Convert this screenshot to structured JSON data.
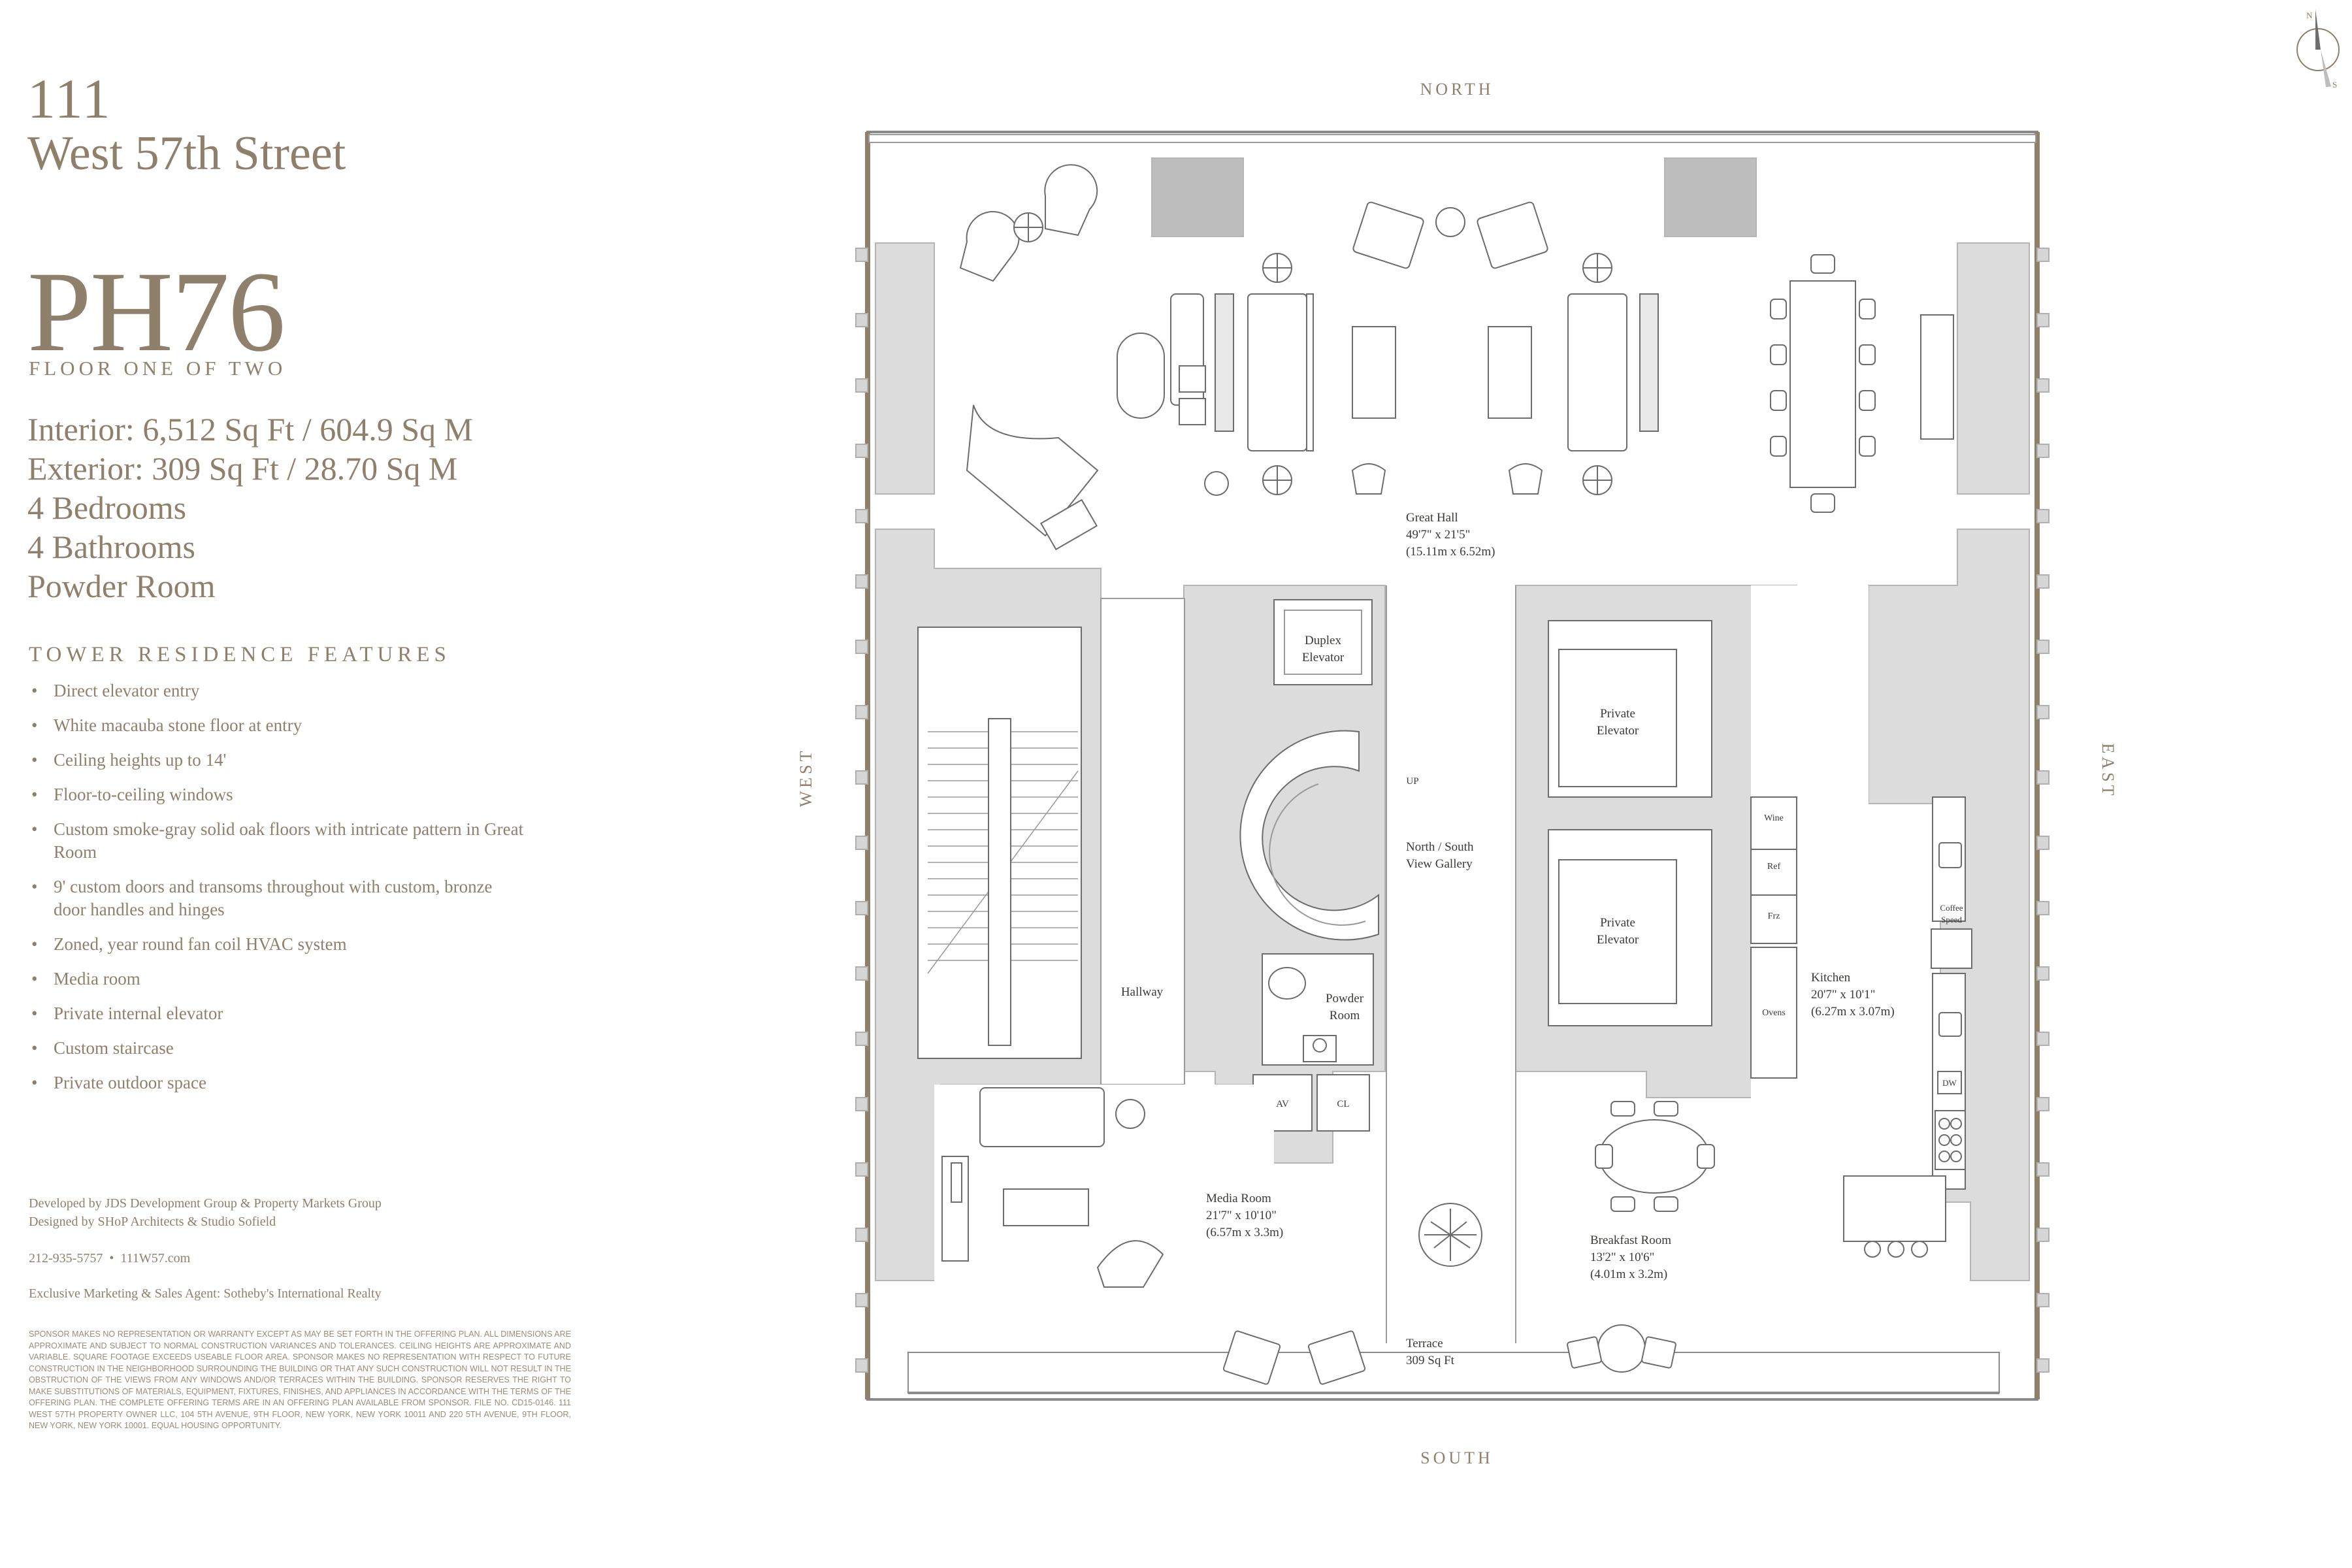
{
  "building": {
    "number": "111",
    "street": "West 57th Street"
  },
  "unit": {
    "name": "PH76",
    "floor_label": "FLOOR ONE OF TWO"
  },
  "specs": [
    "Interior: 6,512 Sq Ft / 604.9 Sq M",
    "Exterior: 309 Sq Ft / 28.70 Sq M",
    "4 Bedrooms",
    "4 Bathrooms",
    "Powder Room"
  ],
  "features": {
    "title": "TOWER RESIDENCE FEATURES",
    "bullet": "•",
    "items": [
      "Direct elevator entry",
      "White macauba stone floor at entry",
      "Ceiling heights up to 14'",
      "Floor-to-ceiling windows",
      "Custom smoke-gray solid oak floors with intricate pattern in Great Room",
      "9' custom doors and transoms throughout with custom, bronze door handles and hinges",
      "Zoned, year round fan coil HVAC system",
      "Media room",
      "Private internal elevator",
      "Custom staircase",
      "Private outdoor space"
    ]
  },
  "credits": {
    "developed": "Developed by JDS Development Group & Property Markets Group",
    "designed": "Designed by SHoP Architects & Studio Sofield",
    "contact": "212-935-5757  •  111W57.com",
    "agent": "Exclusive Marketing & Sales Agent: Sotheby's International Realty"
  },
  "disclaimer": "Sponsor makes no representation or warranty except as may be set forth in the offering plan. All dimensions are approximate and subject to normal construction variances and tolerances. Ceiling heights are approximate and variable. Square footage exceeds useable floor area. Sponsor makes no representation with respect to future construction in the neighborhood surrounding the building or that any such construction will not result in the obstruction of the views from any windows and/or terraces within the building. Sponsor reserves the right to make substitutions of materials, equipment, fixtures, finishes, and appliances in accordance with the terms of the offering plan. The complete offering terms are in an offering plan available from sponsor. File No. CD15-0146. 111 West 57th Property Owner LLC, 104 5th Avenue, 9th Floor, New York, New York 10011 and 220 5th Avenue, 9th Floor, New York, New York 10001. Equal housing opportunity.",
  "compass": {
    "north": "NORTH",
    "south": "SOUTH",
    "east": "EAST",
    "west": "WEST",
    "n": "N",
    "s": "S"
  },
  "rooms": {
    "great_hall": {
      "name": "Great Hall",
      "dims": "49'7\" x 21'5\"",
      "metric": "(15.11m x 6.52m)"
    },
    "duplex_elevator": {
      "line1": "Duplex",
      "line2": "Elevator"
    },
    "private_elevator": {
      "line1": "Private",
      "line2": "Elevator"
    },
    "up": "UP",
    "gallery": {
      "line1": "North / South",
      "line2": "View Gallery"
    },
    "hallway": "Hallway",
    "powder_room": {
      "line1": "Powder",
      "line2": "Room"
    },
    "av": "AV",
    "cl": "CL",
    "wine": "Wine",
    "ref": "Ref",
    "frz": "Frz",
    "ovens": "Ovens",
    "coffee": {
      "line1": "Coffee",
      "line2": "Speed"
    },
    "dw": "DW",
    "kitchen": {
      "name": "Kitchen",
      "dims": "20'7\" x 10'1\"",
      "metric": "(6.27m x 3.07m)"
    },
    "media_room": {
      "name": "Media Room",
      "dims": "21'7\" x 10'10\"",
      "metric": "(6.57m x 3.3m)"
    },
    "breakfast_room": {
      "name": "Breakfast Room",
      "dims": "13'2\" x 10'6\"",
      "metric": "(4.01m x 3.2m)"
    },
    "terrace": {
      "name": "Terrace",
      "area": "309 Sq Ft"
    }
  },
  "colors": {
    "wall": "#dcdcdc",
    "wall_stroke": "#b5b5b5",
    "accent": "#8f806c",
    "line": "#6c6c6c"
  }
}
